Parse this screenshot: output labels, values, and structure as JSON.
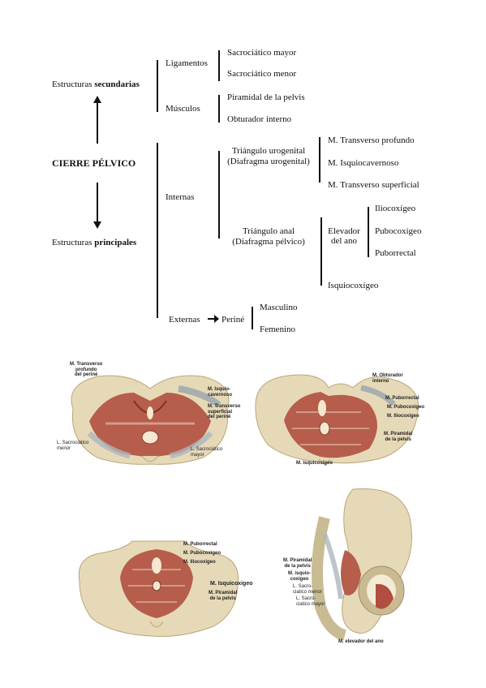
{
  "diagram": {
    "root": "CIERRE PÉLVICO",
    "secondary": {
      "prefix": "Estructuras ",
      "bold": "secundarias"
    },
    "principal": {
      "prefix": "Estructuras ",
      "bold": "principales"
    },
    "ligamentos": {
      "label": "Ligamentos",
      "items": [
        "Sacrociático mayor",
        "Sacrociático menor"
      ]
    },
    "musculos": {
      "label": "Músculos",
      "items": [
        "Piramidal de la pelvis",
        "Obturador interno"
      ]
    },
    "internas": "Internas",
    "uro": {
      "label1": "Triángulo urogenital",
      "label2": "(Diafragma urogenital)",
      "items": [
        "M. Transverso profundo",
        "M. Isquiocavernoso",
        "M. Transverso superficial"
      ]
    },
    "anal": {
      "label1": "Triángulo anal",
      "label2": "(Diafragma pélvico)"
    },
    "elevador": {
      "label1": "Elevador",
      "label2": "del ano",
      "items": [
        "Iliocoxígeo",
        "Pubocoxígeo",
        "Puborrectal"
      ]
    },
    "isquiocoxigeo": "Isquiocoxígeo",
    "externas": "Externas",
    "perine": "Periné",
    "perine_items": [
      "Masculino",
      "Femenino"
    ]
  },
  "figures": {
    "fig1": {
      "transverso_profundo": [
        "M. Transverso",
        "profundo",
        "del periné"
      ],
      "isquio": [
        "M. Isquio-",
        "cavernoso"
      ],
      "transverso_sup": [
        "M. Transverso",
        "superficial",
        "del periné"
      ],
      "sacro_menor": [
        "L. Sacrociático",
        "menor"
      ],
      "sacro_mayor": [
        "L. Sacrociático",
        "mayor"
      ]
    },
    "fig2": {
      "obturador": [
        "M. Obturador",
        "interno"
      ],
      "puborrectal": "M. Puborrectal",
      "pubocoxigeo": "M. Pubocoxigeo",
      "iliocoxigeo": "M. Iliocoxigeo",
      "piramidal": [
        "M. Piramidal",
        "de la pelvis"
      ],
      "isquiocoxigeo": "M. Isquicoxigeo"
    },
    "fig3": {
      "puborrectal": "M. Puborrectal",
      "pubocoxigeo": "M. Pubocoxigeo",
      "iliocoxigeo": "M. Iliocoxigeo",
      "isquicoxigeo": "M. Isquicoxigeo",
      "piramidal": [
        "M. Piramidal",
        "de la pelvis"
      ]
    },
    "fig4": {
      "piramidal": [
        "M. Piramidal",
        "de la pelvis"
      ],
      "isquio": [
        "M. isquio-",
        "coxigeo"
      ],
      "sacro_menor": [
        "L. Sacro-",
        "ciatico menor"
      ],
      "sacro_mayor": [
        "L. Sacro-",
        "ciatico mayor"
      ],
      "elevador": "M. elevador del ano"
    }
  }
}
